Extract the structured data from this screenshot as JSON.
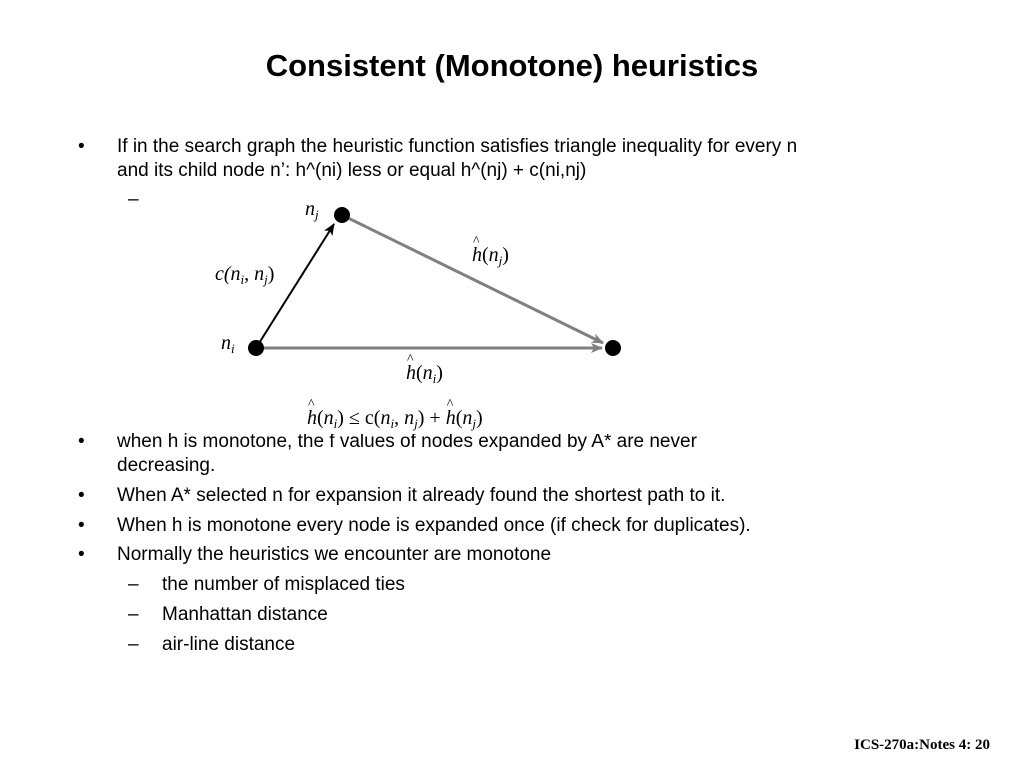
{
  "slide": {
    "title": "Consistent (Monotone) heuristics",
    "footer": "ICS-270a:Notes 4: 20"
  },
  "bullets": {
    "b1_line1": "If in the search graph the heuristic function satisfies triangle inequality for every n",
    "b1_line2": "and its child node n’: h^(ni)  less or equal h^(nj) + c(ni,nj)",
    "b2_line1_visible": "when h is monotone, the f values  of nodes expanded by A* are never",
    "b2_line2": "decreasing.",
    "b3": "When A* selected n for expansion it already found the shortest path to it.",
    "b4": "When h is monotone every node is expanded once (if check for duplicates).",
    "b5": "Normally the heuristics we encounter are monotone"
  },
  "subitems": [
    "the number of misplaced ties",
    "Manhattan distance",
    "air-line distance"
  ],
  "glyphs": {
    "bullet": "•",
    "dash": "–"
  },
  "diagram": {
    "node_ni": "n",
    "node_ni_sub": "i",
    "node_nj": "n",
    "node_nj_sub": "j",
    "edge_cost_prefix": "c(",
    "edge_cost_n1": "n",
    "edge_cost_s1": "i",
    "edge_cost_mid": ", ",
    "edge_cost_n2": "n",
    "edge_cost_s2": "j",
    "edge_cost_suffix": ")",
    "h_nj_h": "h",
    "h_nj_open": "(",
    "h_nj_n": "n",
    "h_nj_s": "j",
    "h_nj_close": ")",
    "h_ni_h": "h",
    "h_ni_open": "(",
    "h_ni_n": "n",
    "h_ni_s": "i",
    "h_ni_close": ")",
    "ineq_h1": "h",
    "ineq_p1": "(",
    "ineq_n1": "n",
    "ineq_s1": "i",
    "ineq_p2": ") ≤ c(",
    "ineq_n2": "n",
    "ineq_s2": "i",
    "ineq_p3": ", ",
    "ineq_n3": "n",
    "ineq_s3": "j",
    "ineq_p4": ") + ",
    "ineq_h2": "h",
    "ineq_p5": "(",
    "ineq_n4": "n",
    "ineq_s4": "j",
    "ineq_p6": ")",
    "colors": {
      "arrow_gray": "#808080",
      "arrow_black": "#000000"
    }
  }
}
